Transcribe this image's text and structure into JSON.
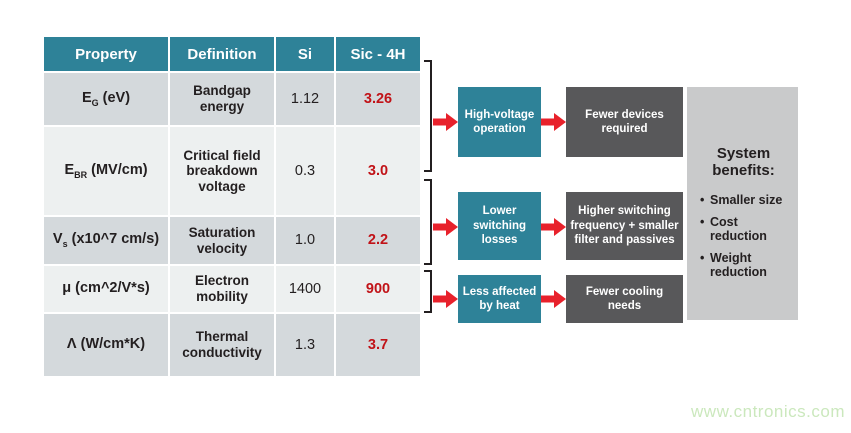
{
  "colors": {
    "teal": "#2e8298",
    "row_gray": "#d4d9dc",
    "row_light": "#edf0f0",
    "dark_box": "#58585a",
    "panel_gray": "#c9cacb",
    "arrow_red": "#e8212b",
    "value_red": "#c11318",
    "text_dark": "#231f20",
    "watermark_green": "#cbe8bd"
  },
  "table": {
    "headers": [
      "Property",
      "Definition",
      "Si",
      "Sic - 4H"
    ],
    "rows": [
      {
        "property_base": "E",
        "property_sub": "G",
        "property_rest": " (eV)",
        "definition": "Bandgap energy",
        "si": "1.12",
        "sic": "3.26"
      },
      {
        "property_base": "E",
        "property_sub": "BR",
        "property_rest": " (MV/cm)",
        "definition": "Critical field breakdown voltage",
        "si": "0.3",
        "sic": "3.0"
      },
      {
        "property_base": "V",
        "property_sub": "s",
        "property_rest": " (x10^7 cm/s)",
        "definition": "Saturation velocity",
        "si": "1.0",
        "sic": "2.2"
      },
      {
        "property_base": "μ",
        "property_sub": "",
        "property_rest": " (cm^2/V*s)",
        "definition": "Electron mobility",
        "si": "1400",
        "sic": "900"
      },
      {
        "property_base": "Λ",
        "property_sub": "",
        "property_rest": " (W/cm*K)",
        "definition": "Thermal conductivity",
        "si": "1.3",
        "sic": "3.7"
      }
    ]
  },
  "flows": [
    {
      "cause": "High-voltage operation",
      "effect": "Fewer devices required"
    },
    {
      "cause": "Lower switching losses",
      "effect": "Higher switching frequency + smaller filter and passives"
    },
    {
      "cause": "Less affected by heat",
      "effect": "Fewer cooling needs"
    }
  ],
  "benefits": {
    "title": "System benefits:",
    "bullet_icon": "•",
    "items": [
      "Smaller size",
      "Cost reduction",
      "Weight reduction"
    ]
  },
  "watermark": "www.cntronics.com"
}
